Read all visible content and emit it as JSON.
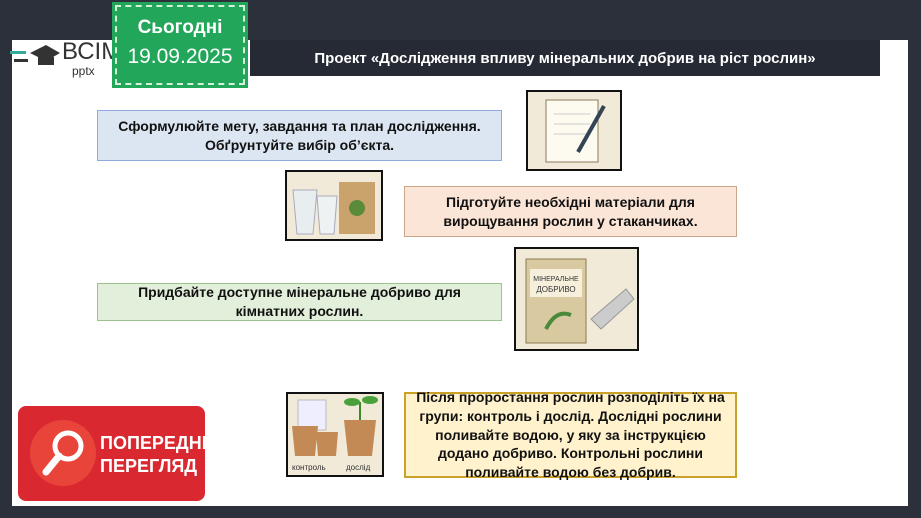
{
  "logo": {
    "brand": "ВСІМ",
    "sub": "pptx"
  },
  "date": {
    "label": "Сьогодні",
    "value": "19.09.2025"
  },
  "title": "Проект «Дослідження впливу мінеральних добрив на ріст рослин»",
  "steps": [
    "Сформулюйте мету, завдання та план дослідження. Обґрунтуйте вибір об’єкта.",
    "Підготуйте необхідні матеріали для вирощування рослин у стаканчиках.",
    "Придбайте доступне мінеральне добриво для кімнатних рослин.",
    "Після проростання рослин розподіліть їх на групи: контроль і дослід. Дослідні рослини поливайте водою, у яку за інструкцією додано добриво. Контрольні рослини поливайте водою без добрив."
  ],
  "images": {
    "bag_label": "МІНЕРАЛЬНЕ ДОБРИВО",
    "control": "контроль",
    "experiment": "дослід"
  },
  "preview": {
    "line1": "ПОПЕРЕДНІЙ",
    "line2": "ПЕРЕГЛЯД"
  },
  "colors": {
    "accent": "#21a65a",
    "preview": "#d9282f"
  }
}
